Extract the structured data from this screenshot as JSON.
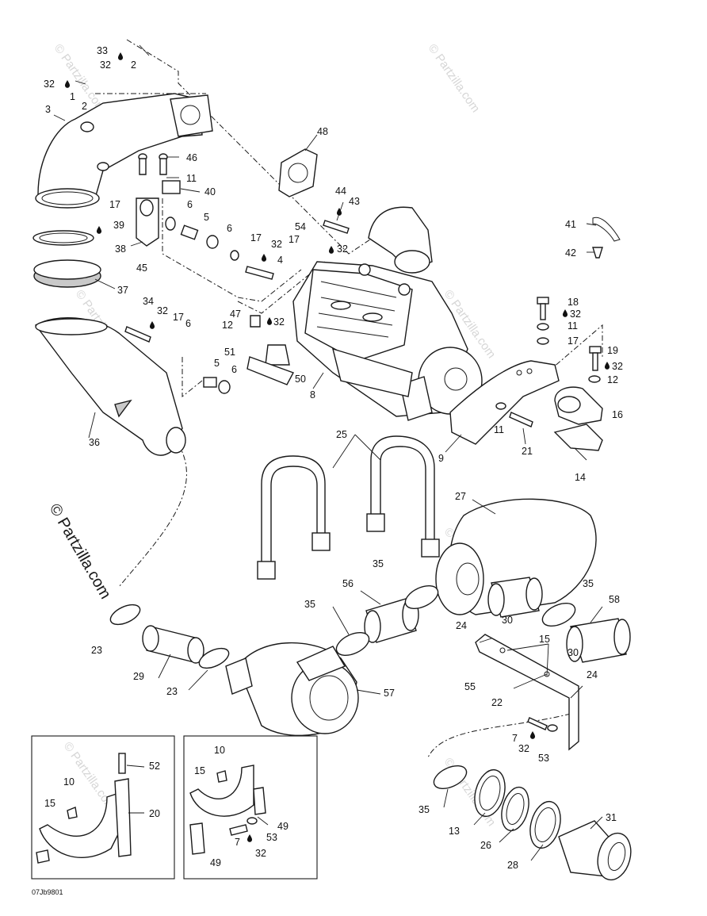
{
  "watermark": "© Partzilla.com",
  "figure_code": "07Jb9801",
  "callouts": [
    {
      "id": "c33a",
      "label": "33"
    },
    {
      "id": "c32a",
      "label": "32"
    },
    {
      "id": "c2a",
      "label": "2"
    },
    {
      "id": "c32b",
      "label": "32"
    },
    {
      "id": "c1",
      "label": "1"
    },
    {
      "id": "c2b",
      "label": "2"
    },
    {
      "id": "c3",
      "label": "3"
    },
    {
      "id": "c48",
      "label": "48"
    },
    {
      "id": "c46",
      "label": "46"
    },
    {
      "id": "c11a",
      "label": "11"
    },
    {
      "id": "c40",
      "label": "40"
    },
    {
      "id": "c17a",
      "label": "17"
    },
    {
      "id": "c44",
      "label": "44"
    },
    {
      "id": "c43",
      "label": "43"
    },
    {
      "id": "c6a",
      "label": "6"
    },
    {
      "id": "c5a",
      "label": "5"
    },
    {
      "id": "c6b",
      "label": "6"
    },
    {
      "id": "c39",
      "label": "39"
    },
    {
      "id": "c54",
      "label": "54"
    },
    {
      "id": "c17b",
      "label": "17"
    },
    {
      "id": "c17c",
      "label": "17"
    },
    {
      "id": "c32c",
      "label": "32"
    },
    {
      "id": "c32d",
      "label": "32"
    },
    {
      "id": "c4",
      "label": "4"
    },
    {
      "id": "c38",
      "label": "38"
    },
    {
      "id": "c45",
      "label": "45"
    },
    {
      "id": "c41",
      "label": "41"
    },
    {
      "id": "c42",
      "label": "42"
    },
    {
      "id": "c37",
      "label": "37"
    },
    {
      "id": "c34",
      "label": "34"
    },
    {
      "id": "c32e",
      "label": "32"
    },
    {
      "id": "c17d",
      "label": "17"
    },
    {
      "id": "c6c",
      "label": "6"
    },
    {
      "id": "c47",
      "label": "47"
    },
    {
      "id": "c32f",
      "label": "32"
    },
    {
      "id": "c12a",
      "label": "12"
    },
    {
      "id": "c18",
      "label": "18"
    },
    {
      "id": "c32g",
      "label": "32"
    },
    {
      "id": "c11b",
      "label": "11"
    },
    {
      "id": "c17e",
      "label": "17"
    },
    {
      "id": "c51",
      "label": "51"
    },
    {
      "id": "c19",
      "label": "19"
    },
    {
      "id": "c32h",
      "label": "32"
    },
    {
      "id": "c5b",
      "label": "5"
    },
    {
      "id": "c6d",
      "label": "6"
    },
    {
      "id": "c50",
      "label": "50"
    },
    {
      "id": "c12b",
      "label": "12"
    },
    {
      "id": "c8",
      "label": "8"
    },
    {
      "id": "c16",
      "label": "16"
    },
    {
      "id": "c36",
      "label": "36"
    },
    {
      "id": "c11c",
      "label": "11"
    },
    {
      "id": "c25",
      "label": "25"
    },
    {
      "id": "c9",
      "label": "9"
    },
    {
      "id": "c21",
      "label": "21"
    },
    {
      "id": "c14",
      "label": "14"
    },
    {
      "id": "c27",
      "label": "27"
    },
    {
      "id": "c35a",
      "label": "35"
    },
    {
      "id": "c56",
      "label": "56"
    },
    {
      "id": "c35b",
      "label": "35"
    },
    {
      "id": "c35c",
      "label": "35"
    },
    {
      "id": "c58",
      "label": "58"
    },
    {
      "id": "c30a",
      "label": "30"
    },
    {
      "id": "c24a",
      "label": "24"
    },
    {
      "id": "c15a",
      "label": "15"
    },
    {
      "id": "c23a",
      "label": "23"
    },
    {
      "id": "c30b",
      "label": "30"
    },
    {
      "id": "c29",
      "label": "29"
    },
    {
      "id": "c23b",
      "label": "23"
    },
    {
      "id": "c55",
      "label": "55"
    },
    {
      "id": "c24b",
      "label": "24"
    },
    {
      "id": "c57",
      "label": "57"
    },
    {
      "id": "c22",
      "label": "22"
    },
    {
      "id": "c7a",
      "label": "7"
    },
    {
      "id": "c32i",
      "label": "32"
    },
    {
      "id": "c53a",
      "label": "53"
    },
    {
      "id": "c52",
      "label": "52"
    },
    {
      "id": "c10a",
      "label": "10"
    },
    {
      "id": "c10b",
      "label": "10"
    },
    {
      "id": "c15b",
      "label": "15"
    },
    {
      "id": "c15c",
      "label": "15"
    },
    {
      "id": "c20",
      "label": "20"
    },
    {
      "id": "c49a",
      "label": "49"
    },
    {
      "id": "c53b",
      "label": "53"
    },
    {
      "id": "c7b",
      "label": "7"
    },
    {
      "id": "c32j",
      "label": "32"
    },
    {
      "id": "c49b",
      "label": "49"
    },
    {
      "id": "c35d",
      "label": "35"
    },
    {
      "id": "c13",
      "label": "13"
    },
    {
      "id": "c26",
      "label": "26"
    },
    {
      "id": "c28",
      "label": "28"
    },
    {
      "id": "c31",
      "label": "31"
    }
  ]
}
